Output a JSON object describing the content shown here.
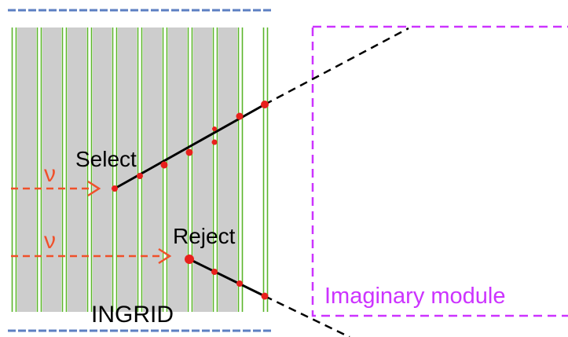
{
  "labels": {
    "select": "Select",
    "reject": "Reject",
    "detector": "INGRID",
    "imaginary": "Imaginary module",
    "neutrino_top": "ν",
    "neutrino_bottom": "ν"
  },
  "colors": {
    "background": "#ffffff",
    "bar_fill": "#cdcdcd",
    "scintillator_green": "#5bb52a",
    "hit_red": "#e8201c",
    "neutrino_orange": "#f0502a",
    "imaginary_magenta": "#cc33ff",
    "track_black": "#000000",
    "rail_blue": "#5c7fc2"
  }
}
